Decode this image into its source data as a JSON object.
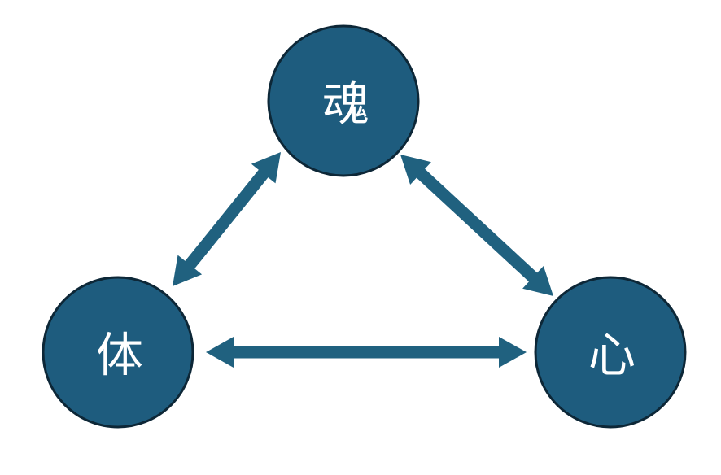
{
  "diagram": {
    "type": "triangle-relationship-diagram",
    "background": "#ffffff",
    "nodes": [
      {
        "id": "soul",
        "label": "魂",
        "position": "top"
      },
      {
        "id": "body",
        "label": "体",
        "position": "bottom-left"
      },
      {
        "id": "mind",
        "label": "心",
        "position": "bottom-right"
      }
    ],
    "edges": [
      {
        "from": "body",
        "to": "soul",
        "direction": "bidirectional"
      },
      {
        "from": "soul",
        "to": "mind",
        "direction": "bidirectional"
      },
      {
        "from": "body",
        "to": "mind",
        "direction": "bidirectional"
      }
    ],
    "colors": {
      "node_fill": "#1E5C7E",
      "node_border": "#0D2737",
      "arrow": "#20617F",
      "label_text": "#FFFFFF"
    }
  }
}
